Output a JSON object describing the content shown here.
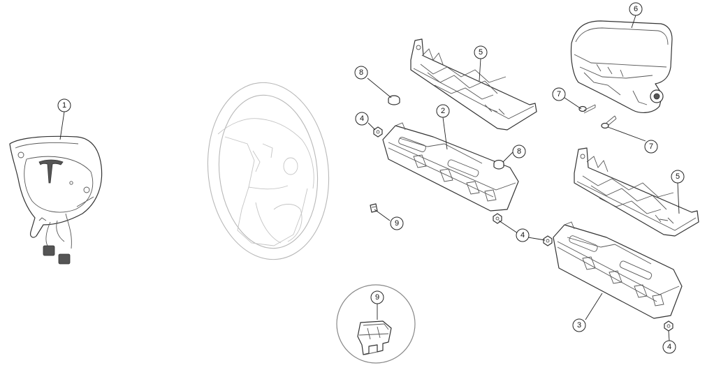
{
  "callouts": [
    {
      "id": "c1",
      "label": "1"
    },
    {
      "id": "c2",
      "label": "2"
    },
    {
      "id": "c3",
      "label": "3"
    },
    {
      "id": "c4a",
      "label": "4"
    },
    {
      "id": "c4b",
      "label": "4"
    },
    {
      "id": "c4c",
      "label": "4"
    },
    {
      "id": "c5a",
      "label": "5"
    },
    {
      "id": "c5b",
      "label": "5"
    },
    {
      "id": "c6",
      "label": "6"
    },
    {
      "id": "c7a",
      "label": "7"
    },
    {
      "id": "c7b",
      "label": "7"
    },
    {
      "id": "c8a",
      "label": "8"
    },
    {
      "id": "c8b",
      "label": "8"
    },
    {
      "id": "c9a",
      "label": "9"
    },
    {
      "id": "c9b",
      "label": "9"
    }
  ],
  "colors": {
    "line": "#333333",
    "ghost": "#b8b8b8",
    "background": "#ffffff"
  }
}
